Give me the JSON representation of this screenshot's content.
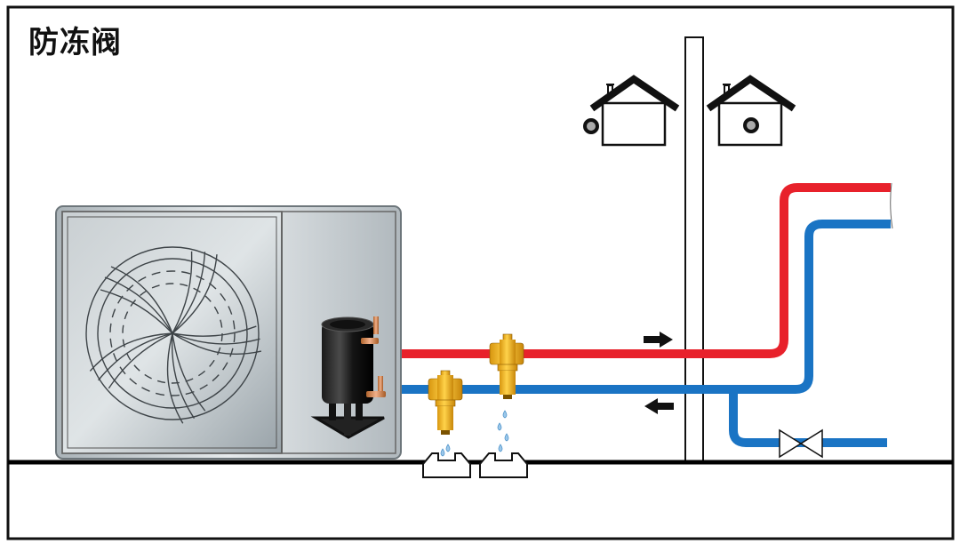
{
  "title": "防冻阀",
  "colors": {
    "hot_pipe": "#e8212b",
    "cold_pipe": "#1a74c4",
    "valve_brass": "#f0b323",
    "unit_panel": "#b9c0c4",
    "ground_line": "#000000",
    "water_drop": "#8fc3e8"
  },
  "diagram": {
    "components": [
      {
        "name": "heat-pump-outdoor-unit",
        "label": ""
      },
      {
        "name": "fan",
        "label": ""
      },
      {
        "name": "compressor-tank",
        "label": ""
      },
      {
        "name": "freeze-protection-valve-return",
        "label": ""
      },
      {
        "name": "freeze-protection-valve-supply",
        "label": ""
      },
      {
        "name": "drain-collector-1",
        "label": ""
      },
      {
        "name": "drain-collector-2",
        "label": ""
      },
      {
        "name": "wall",
        "label": ""
      },
      {
        "name": "house-outside",
        "label": ""
      },
      {
        "name": "house-inside",
        "label": ""
      },
      {
        "name": "shutoff-valve",
        "label": ""
      }
    ],
    "flows": [
      {
        "pipe": "supply",
        "color": "hot",
        "direction": "right"
      },
      {
        "pipe": "return",
        "color": "cold",
        "direction": "left"
      }
    ]
  }
}
